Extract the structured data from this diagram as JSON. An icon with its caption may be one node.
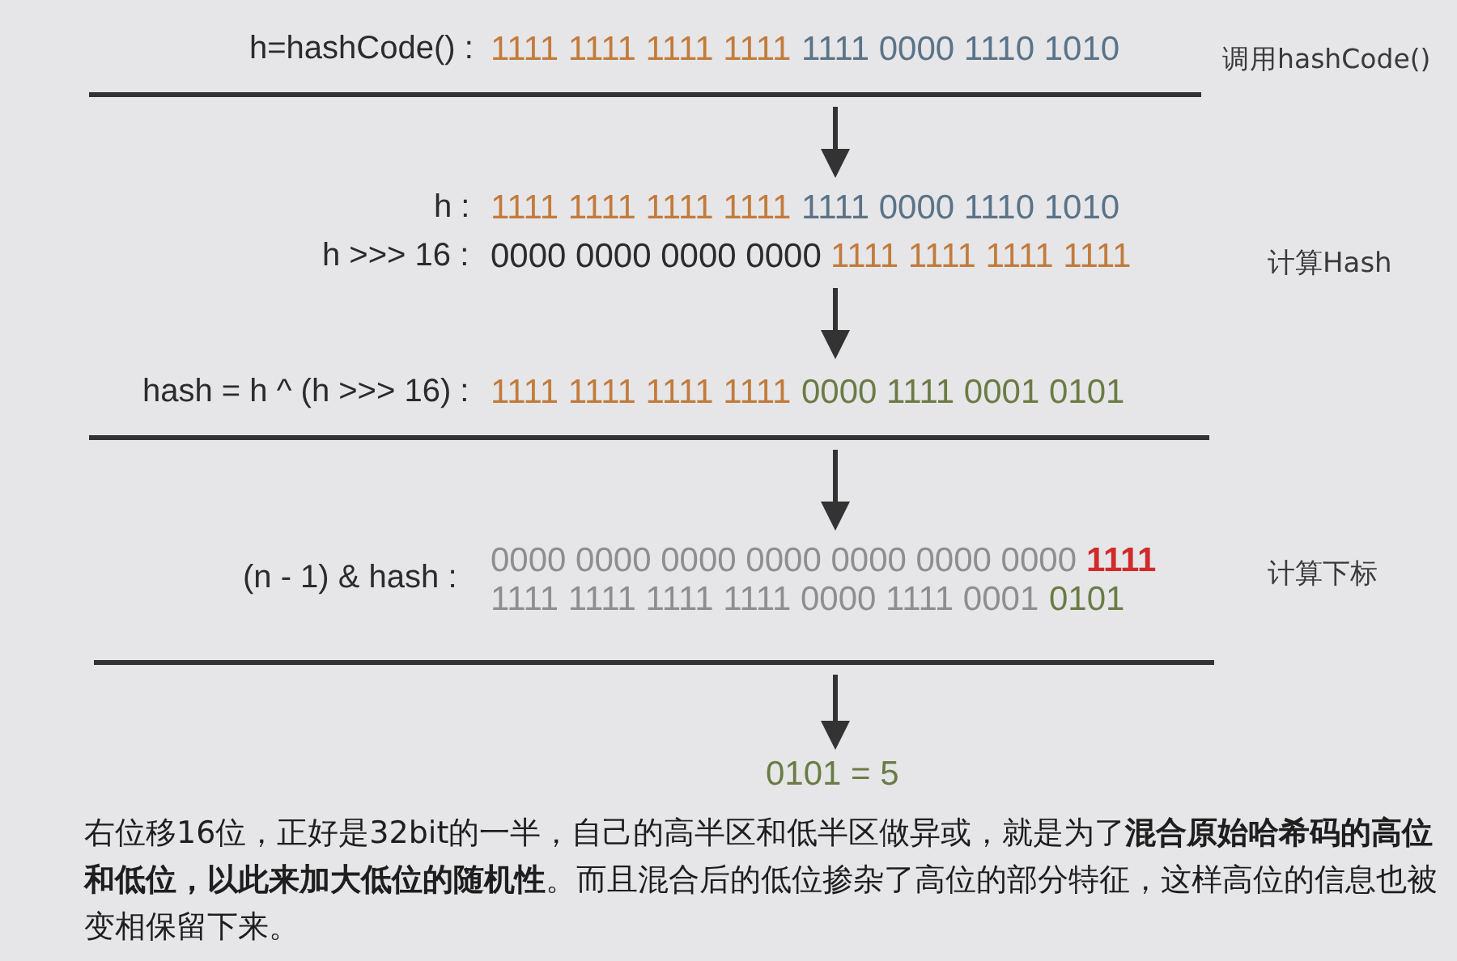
{
  "diagram": {
    "nodes": [
      {
        "text": [
          "h=hashCode() :",
          "1111 1111 1111 1111",
          "1111 0000 1110 1010"
        ]
      },
      {
        "text": [
          "h :",
          "1111 1111 1111 1111",
          "1111 0000 1110 1010",
          "h >>> 16 :",
          "0000 0000 0000 0000",
          "1111 1111 1111 1111"
        ]
      },
      {
        "text": [
          "hash = h ^ (h >>> 16) :",
          "1111 1111 1111 1111",
          "0000 1111 0001 0101"
        ]
      },
      {
        "text": [
          "(n - 1) & hash :",
          "0000 0000 0000 0000 0000 0000 0000",
          "1111",
          "1111 1111 1111 1111 0000 1111 0001",
          "0101"
        ]
      },
      {
        "text": [
          "0101 = 5"
        ]
      }
    ],
    "edges": [
      {
        "from": 0,
        "to": 1,
        "arrow": "to"
      },
      {
        "from": 1,
        "to": 2,
        "arrow": "to"
      },
      {
        "from": 2,
        "to": 3,
        "arrow": "to"
      },
      {
        "from": 3,
        "to": 4,
        "arrow": "to"
      }
    ],
    "labels": [
      "调用hashCode()",
      "计算Hash",
      "计算下标",
      "右位移16位，正好是32bit的一半，自己的高半区和低半区做异或，就是为了**混合原始哈希码的高位和低位，以此来加大低位的随机性**。而且混合后的低位掺杂了高位的部分特征，这样高位的信息也被变相保留下来。"
    ]
  }
}
